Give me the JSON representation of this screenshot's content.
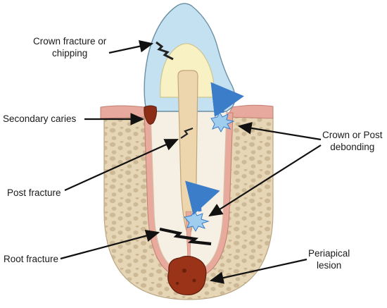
{
  "labels": {
    "crown_fracture": {
      "line1": "Crown fracture or",
      "line2": "chipping"
    },
    "secondary_caries": "Secondary caries",
    "post_fracture": "Post fracture",
    "root_fracture": "Root fracture",
    "debonding": {
      "line1": "Crown or Post",
      "line2": "debonding"
    },
    "periapical": {
      "line1": "Periapical",
      "line2": "lesion"
    }
  },
  "colors": {
    "bone": "#e6d6b6",
    "bone_pore": "#c9b48f",
    "gum": "#e7a99d",
    "root": "#f6efe4",
    "crown": "#c4e1f1",
    "core": "#f8f1c3",
    "post": "#edd5ad",
    "caries": "#8c2e17",
    "lesion": "#9a3318",
    "arrow": "#3b7dc9",
    "leader": "#111111"
  }
}
